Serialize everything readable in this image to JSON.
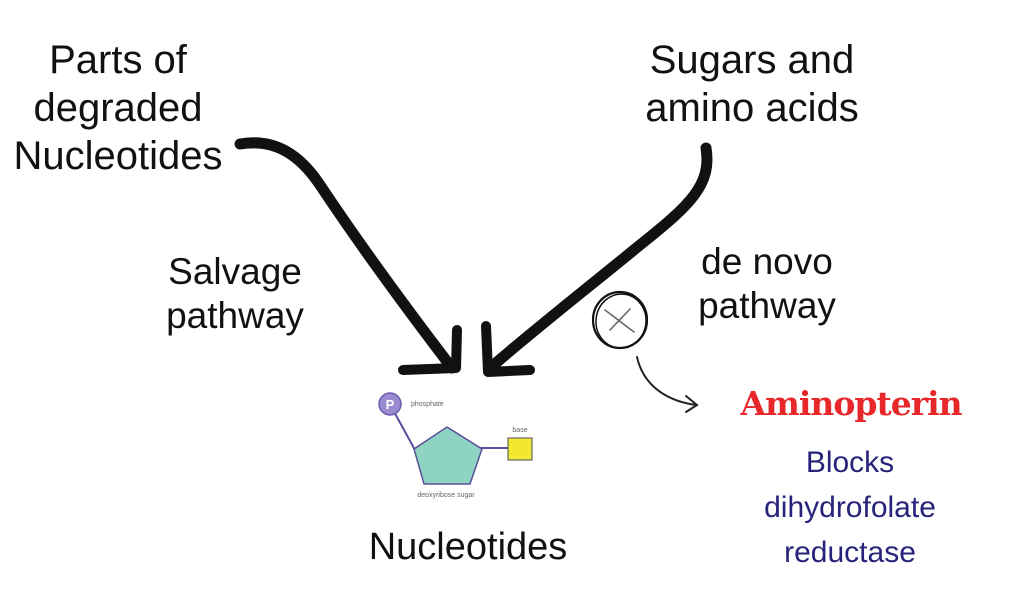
{
  "sources": {
    "left": [
      "Parts of",
      "degraded",
      "Nucleotides"
    ],
    "right": [
      "Sugars and",
      "amino acids"
    ]
  },
  "pathways": {
    "salvage": [
      "Salvage",
      "pathway"
    ],
    "de_novo": [
      "de novo",
      "pathway"
    ]
  },
  "product": {
    "label": "Nucleotides",
    "diagram": {
      "phosphate_symbol": "P",
      "phosphate_label": "phosphate",
      "base_label": "base",
      "sugar_label": "deoxyribose sugar"
    }
  },
  "inhibitor": {
    "icon": "blocked-x-icon",
    "name": "Aminopterin",
    "description": [
      "Blocks",
      "dihydrofolate",
      "reductase"
    ]
  },
  "colors": {
    "arrow": "#111111",
    "inhibitor_name": "#e8272b",
    "inhibitor_desc": "#27237a",
    "phosphate": "#9b8bd0",
    "sugar": "#8fd3c3",
    "base": "#f2e830",
    "connector": "#5b4f9c"
  }
}
